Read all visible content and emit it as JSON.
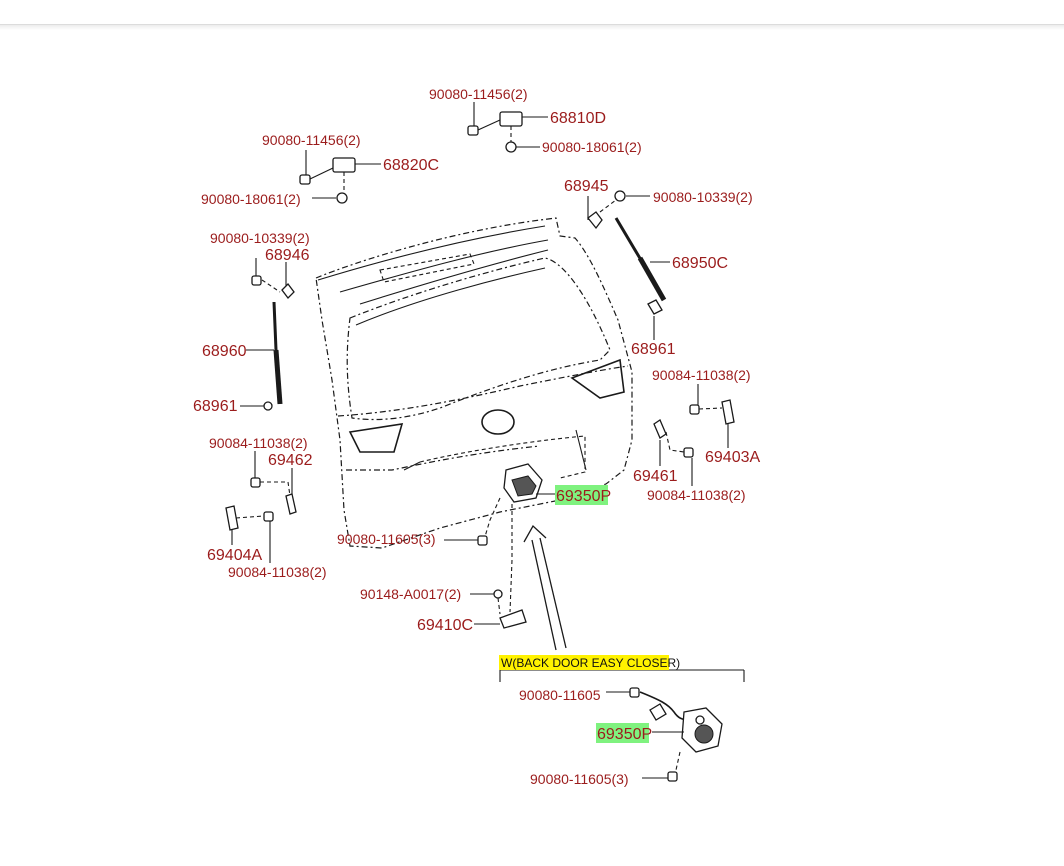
{
  "labels": {
    "p_90080_11456_a": "90080-11456(2)",
    "p_68810D": "68810D",
    "p_90080_18061_a": "90080-18061(2)",
    "p_90080_11456_b": "90080-11456(2)",
    "p_68820C": "68820C",
    "p_90080_18061_b": "90080-18061(2)",
    "p_68945": "68945",
    "p_90080_10339_a": "90080-10339(2)",
    "p_90080_10339_b": "90080-10339(2)",
    "p_68946": "68946",
    "p_68950C": "68950C",
    "p_68960": "68960",
    "p_68961_a": "68961",
    "p_68961_b": "68961",
    "p_90084_11038_a": "90084-11038(2)",
    "p_69403A": "69403A",
    "p_90084_11038_b": "90084-11038(2)",
    "p_69462": "69462",
    "p_69461": "69461",
    "p_69350P_a": "69350P",
    "p_90084_11038_c": "90084-11038(2)",
    "p_90080_11605_3a": "90080-11605(3)",
    "p_69404A": "69404A",
    "p_90084_11038_d": "90084-11038(2)",
    "p_90148_A0017": "90148-A0017(2)",
    "p_69410C": "69410C",
    "caption_easy_closer": "W(BACK DOOR EASY CLOSER)",
    "p_90080_11605": "90080-11605",
    "p_69350P_b": "69350P",
    "p_90080_11605_3b": "90080-11605(3)"
  },
  "colors": {
    "label_text": "#9b1c1c",
    "highlight_part": "#7ff27f",
    "highlight_caption": "#fff200"
  }
}
